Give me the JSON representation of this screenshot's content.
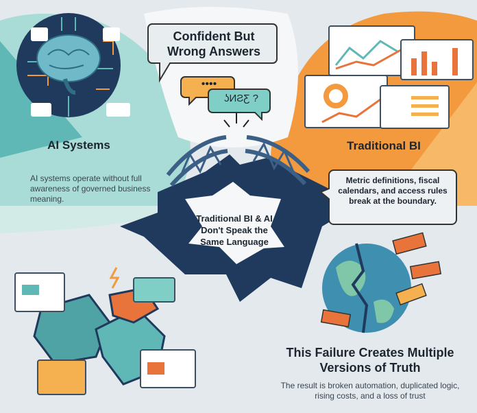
{
  "ai_panel": {
    "title": "AI Systems",
    "description": "AI systems operate without full awareness of governed business meaning.",
    "icon": "brain-circuit-icon"
  },
  "speech": {
    "headline": "Confident But Wrong Answers",
    "garbled": "ʖИƧƸ ?",
    "dots": "••••"
  },
  "bi_panel": {
    "title": "Traditional BI",
    "callout": "Metric definitions, fiscal calendars, and access rules break at the boundary.",
    "icon": "dashboard-icon"
  },
  "center": {
    "message": "Traditional BI & AI Don't Speak the Same Language",
    "icon": "broken-bridge-icon"
  },
  "outcome": {
    "title": "This Failure Creates Multiple Versions of Truth",
    "description": "The result is broken automation, duplicated logic, rising costs, and a loss of trust",
    "icons": [
      "broken-globe-icon",
      "broken-puzzle-icon"
    ]
  },
  "colors": {
    "teal": "#5fb8b5",
    "light_teal": "#a9dcd6",
    "orange": "#f39a3e",
    "navy": "#1f3a5c",
    "accent_orange": "#e8743b"
  }
}
